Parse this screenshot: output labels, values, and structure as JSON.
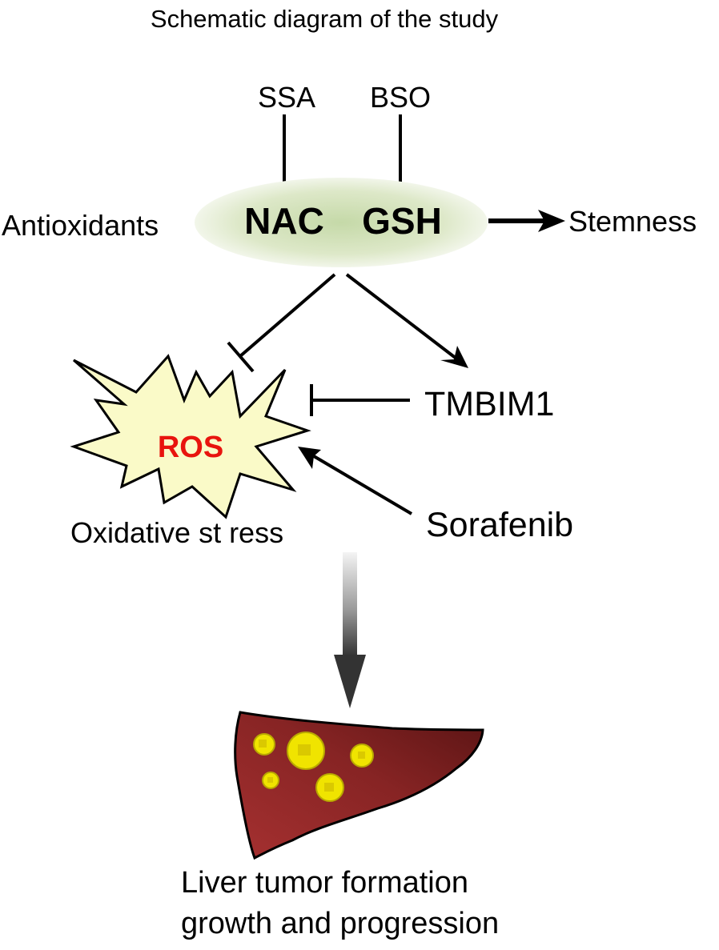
{
  "title": "Schematic diagram of the study",
  "inhibitors": {
    "ssa": "SSA",
    "bso": "BSO"
  },
  "antioxidants": {
    "label": "Antioxidants",
    "nac": "NAC",
    "gsh": "GSH"
  },
  "stemness": "Stemness",
  "ros": {
    "label": "ROS",
    "caption": "Oxidative st ress"
  },
  "tmbim1": "TMBIM1",
  "sorafenib": "Sorafenib",
  "outcome": {
    "line1": "Liver tumor  formation",
    "line2": "growth and progression"
  },
  "colors": {
    "ros_text": "#e8140e",
    "burst_fill": "#fafac8",
    "ellipse_center": "#c5d9a8",
    "ellipse_edge": "#f2f6ea",
    "liver_light": "#9c2c2c",
    "liver_dark": "#5e1616",
    "tumor": "#f0e400",
    "tumor_dark": "#b8a800"
  },
  "icons": {
    "inhibit": "t-bar-inhibition-icon",
    "activate": "arrow-icon",
    "stress": "starburst-icon",
    "organ": "liver-icon"
  }
}
